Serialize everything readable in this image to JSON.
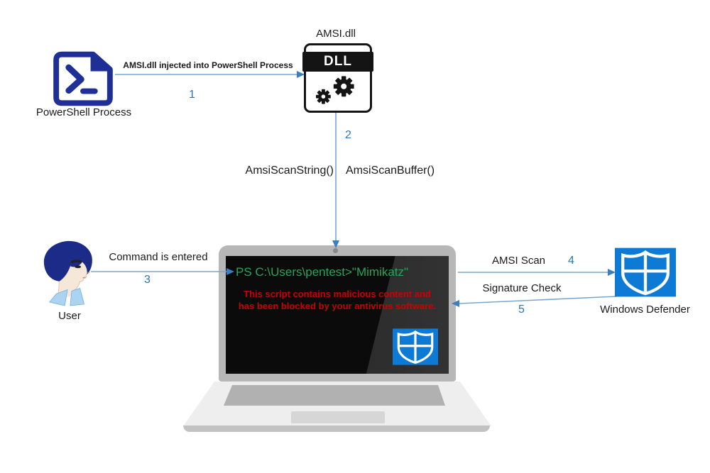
{
  "title": "AMSI scan flow diagram",
  "colors": {
    "arrow_line": "#7aa7d0",
    "arrow_head": "#3b7fc0",
    "step_number": "#2e75b6",
    "powershell_navy": "#1f2f96",
    "defender_blue": "#0d7ad5",
    "terminal_green": "#2aa35a",
    "alert_red": "#cc0000",
    "dll_black": "#141414"
  },
  "nodes": {
    "powershell": {
      "label": "PowerShell Process",
      "icon": "powershell-icon"
    },
    "amsi_dll": {
      "title": "AMSI.dll",
      "badge": "DLL",
      "icon": "dll-gears-icon"
    },
    "user": {
      "label": "User",
      "icon": "user-profile-icon"
    },
    "defender": {
      "label": "Windows Defender",
      "icon": "defender-shield-icon"
    },
    "laptop": {
      "icon": "laptop-icon",
      "screen": {
        "prompt": "PS C:\\Users\\pentest>\"Mimikatz\"",
        "warning_line1": "This script contains malicious content and",
        "warning_line2": "has been blocked by your antivirus software.",
        "badge_icon": "defender-shield-icon"
      }
    }
  },
  "flows": [
    {
      "number": "1",
      "label": "AMSI.dll injected into PowerShell Process",
      "from": "PowerShell Process",
      "to": "AMSI.dll"
    },
    {
      "number": "2",
      "label_left": "AmsiScanString()",
      "label_right": "AmsiScanBuffer()",
      "from": "AMSI.dll",
      "to": "Laptop"
    },
    {
      "number": "3",
      "label": "Command is entered",
      "from": "User",
      "to": "Laptop"
    },
    {
      "number": "4",
      "label": "AMSI Scan",
      "from": "Laptop",
      "to": "Windows Defender"
    },
    {
      "number": "5",
      "label": "Signature Check",
      "from": "Windows Defender",
      "to": "Laptop"
    }
  ]
}
